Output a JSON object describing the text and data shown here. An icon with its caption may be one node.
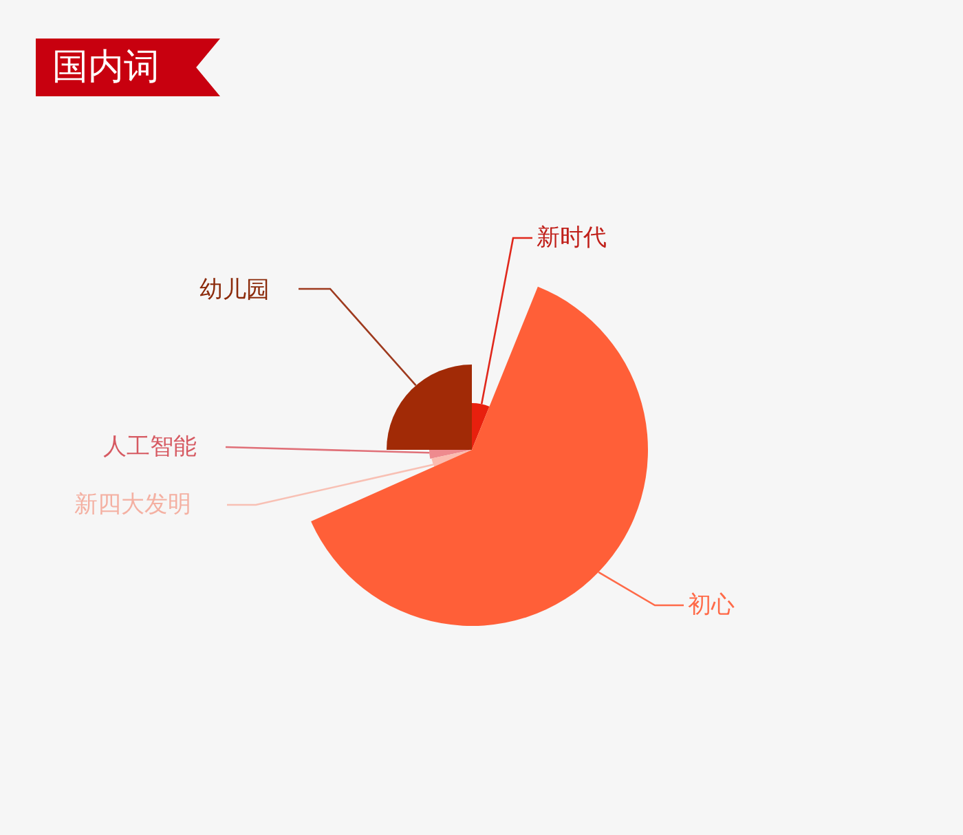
{
  "diagram": {
    "title": "国内词",
    "nodes": [
      {
        "text": [
          "新时代"
        ]
      },
      {
        "text": [
          "幼儿园"
        ]
      },
      {
        "text": [
          "人工智能"
        ]
      },
      {
        "text": [
          "新四大发明"
        ]
      },
      {
        "text": [
          "初心"
        ]
      },
      {
        "text": [],
        "shape": "wedge"
      },
      {
        "text": [],
        "shape": "wedge"
      },
      {
        "text": [],
        "shape": "wedge"
      },
      {
        "text": [],
        "shape": "wedge"
      },
      {
        "text": [],
        "shape": "wedge"
      }
    ],
    "edges": [
      {
        "from": 0,
        "to": 5,
        "arrow": "none",
        "color": "#e0281c"
      },
      {
        "from": 1,
        "to": 6,
        "arrow": "none",
        "color": "#9e3a1e"
      },
      {
        "from": 2,
        "to": 7,
        "arrow": "none",
        "color": "#e07078"
      },
      {
        "from": 3,
        "to": 8,
        "arrow": "none",
        "color": "#f8c0b4"
      },
      {
        "from": 4,
        "to": 9,
        "arrow": "none",
        "color": "#ff6a48"
      }
    ]
  }
}
